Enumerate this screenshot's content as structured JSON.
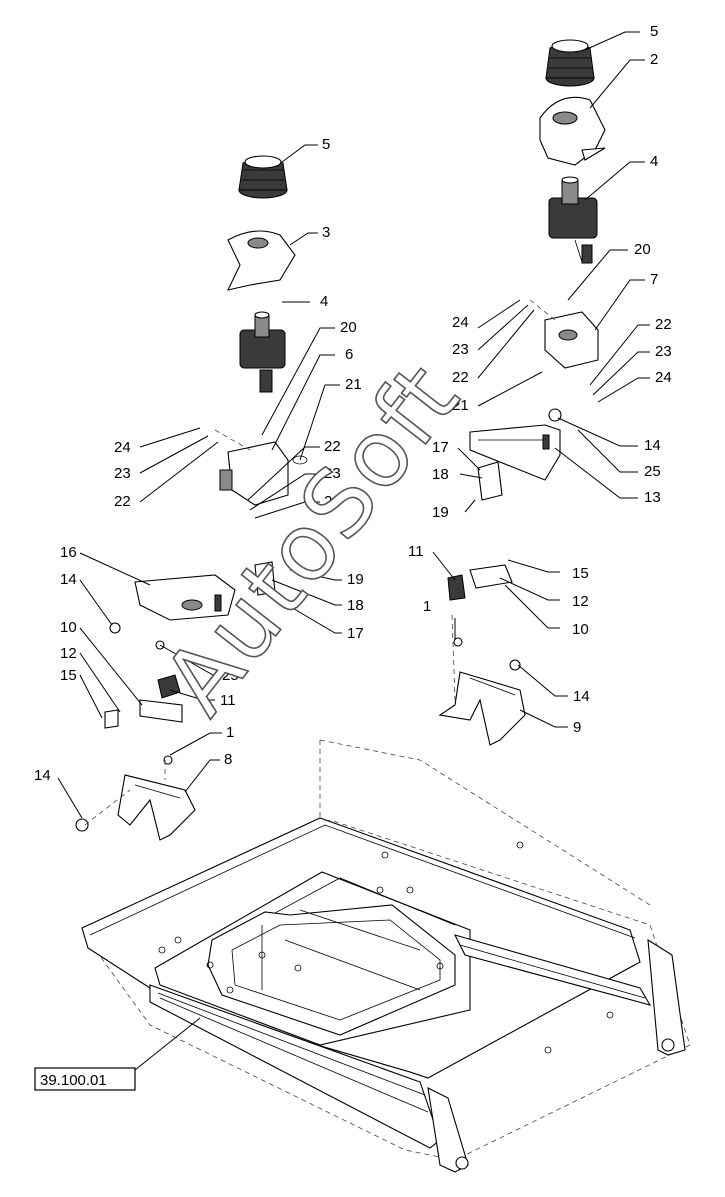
{
  "watermark": "AutoSoft",
  "reference": "39.100.01",
  "callouts": [
    {
      "id": "c-5-right",
      "text": "5"
    },
    {
      "id": "c-2",
      "text": "2"
    },
    {
      "id": "c-4-right",
      "text": "4"
    },
    {
      "id": "c-5-left",
      "text": "5"
    },
    {
      "id": "c-3",
      "text": "3"
    },
    {
      "id": "c-20-right",
      "text": "20"
    },
    {
      "id": "c-7",
      "text": "7"
    },
    {
      "id": "c-24-r1",
      "text": "24"
    },
    {
      "id": "c-23-r1",
      "text": "23"
    },
    {
      "id": "c-22-r1",
      "text": "22"
    },
    {
      "id": "c-22-r2",
      "text": "22"
    },
    {
      "id": "c-23-r2",
      "text": "23"
    },
    {
      "id": "c-24-r2",
      "text": "24"
    },
    {
      "id": "c-21-right",
      "text": "21"
    },
    {
      "id": "c-4-left",
      "text": "4"
    },
    {
      "id": "c-20-left",
      "text": "20"
    },
    {
      "id": "c-6",
      "text": "6"
    },
    {
      "id": "c-21-left",
      "text": "21"
    },
    {
      "id": "c-24-l1",
      "text": "24"
    },
    {
      "id": "c-23-l1",
      "text": "23"
    },
    {
      "id": "c-22-l1",
      "text": "22"
    },
    {
      "id": "c-22-l2",
      "text": "22"
    },
    {
      "id": "c-23-l2",
      "text": "23"
    },
    {
      "id": "c-24-l2",
      "text": "24"
    },
    {
      "id": "c-14-r1",
      "text": "14"
    },
    {
      "id": "c-25-right",
      "text": "25"
    },
    {
      "id": "c-13",
      "text": "13"
    },
    {
      "id": "c-17-right",
      "text": "17"
    },
    {
      "id": "c-18-right",
      "text": "18"
    },
    {
      "id": "c-19-right",
      "text": "19"
    },
    {
      "id": "c-11-right",
      "text": "11"
    },
    {
      "id": "c-15-right",
      "text": "15"
    },
    {
      "id": "c-12-right",
      "text": "12"
    },
    {
      "id": "c-10-right",
      "text": "10"
    },
    {
      "id": "c-1-right",
      "text": "1"
    },
    {
      "id": "c-14-r2",
      "text": "14"
    },
    {
      "id": "c-9",
      "text": "9"
    },
    {
      "id": "c-16",
      "text": "16"
    },
    {
      "id": "c-14-l1",
      "text": "14"
    },
    {
      "id": "c-10-left",
      "text": "10"
    },
    {
      "id": "c-12-left",
      "text": "12"
    },
    {
      "id": "c-15-left",
      "text": "15"
    },
    {
      "id": "c-25-left",
      "text": "25"
    },
    {
      "id": "c-11-left",
      "text": "11"
    },
    {
      "id": "c-19-left",
      "text": "19"
    },
    {
      "id": "c-18-left",
      "text": "18"
    },
    {
      "id": "c-17-left",
      "text": "17"
    },
    {
      "id": "c-1-left",
      "text": "1"
    },
    {
      "id": "c-8",
      "text": "8"
    },
    {
      "id": "c-14-l2",
      "text": "14"
    }
  ]
}
